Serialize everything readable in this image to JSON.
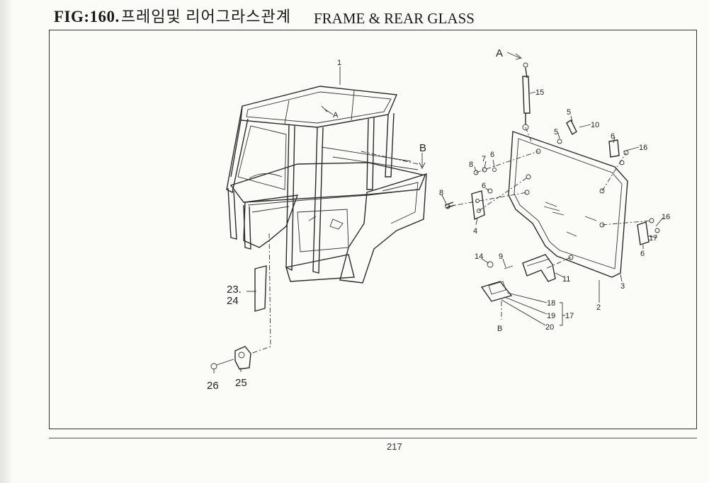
{
  "header": {
    "figure_number": "FIG:160.",
    "title_korean": "프레임및 리어그라스관계",
    "title_english": "FRAME & REAR GLASS"
  },
  "page_number": "217",
  "callouts": [
    {
      "id": "c1",
      "text": "1"
    },
    {
      "id": "cA1",
      "text": "A"
    },
    {
      "id": "cB1",
      "text": "B"
    },
    {
      "id": "cA2",
      "text": "A"
    },
    {
      "id": "c15",
      "text": "15"
    },
    {
      "id": "c5a",
      "text": "5"
    },
    {
      "id": "c10",
      "text": "10"
    },
    {
      "id": "c5b",
      "text": "5"
    },
    {
      "id": "c6a",
      "text": "6"
    },
    {
      "id": "c16a",
      "text": "16"
    },
    {
      "id": "c8a",
      "text": "8"
    },
    {
      "id": "c7",
      "text": "7"
    },
    {
      "id": "c6b",
      "text": "6"
    },
    {
      "id": "c8b",
      "text": "8"
    },
    {
      "id": "c6c",
      "text": "6"
    },
    {
      "id": "c4",
      "text": "4"
    },
    {
      "id": "c16b",
      "text": "16"
    },
    {
      "id": "c17a",
      "text": "17"
    },
    {
      "id": "c6d",
      "text": "6"
    },
    {
      "id": "c14",
      "text": "14"
    },
    {
      "id": "c9",
      "text": "9"
    },
    {
      "id": "c11",
      "text": "11"
    },
    {
      "id": "c3",
      "text": "3"
    },
    {
      "id": "c2",
      "text": "2"
    },
    {
      "id": "c18",
      "text": "18"
    },
    {
      "id": "c19",
      "text": "19"
    },
    {
      "id": "c20",
      "text": "20"
    },
    {
      "id": "c17b",
      "text": "17"
    },
    {
      "id": "cB2",
      "text": "B"
    },
    {
      "id": "c23",
      "text": "23."
    },
    {
      "id": "c24",
      "text": "24"
    },
    {
      "id": "c26",
      "text": "26"
    },
    {
      "id": "c25",
      "text": "25"
    }
  ]
}
